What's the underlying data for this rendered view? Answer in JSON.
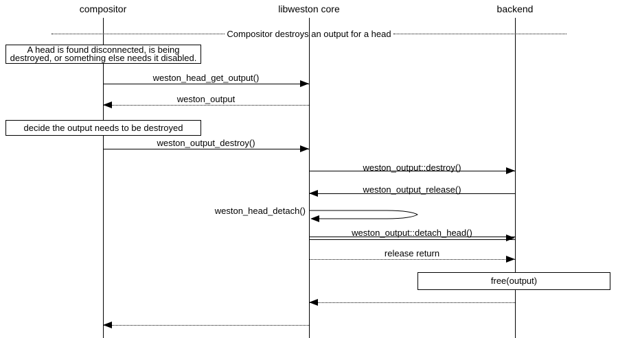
{
  "diagram": {
    "title_hint": "libweston output destroy sequence",
    "participants": [
      {
        "name": "compositor"
      },
      {
        "name": "libweston core"
      },
      {
        "name": "backend"
      }
    ],
    "divider": {
      "label": "Compositor destroys an output for a head"
    },
    "notes": [
      {
        "text": "A head is found disconnected, is being destroyed, or something else needs it disabled."
      },
      {
        "text": "decide the output needs to be destroyed"
      },
      {
        "text": "free(output)"
      }
    ],
    "messages": [
      {
        "label": "weston_head_get_output()",
        "from": "compositor",
        "to": "libweston core",
        "style": "solid"
      },
      {
        "label": "weston_output",
        "from": "libweston core",
        "to": "compositor",
        "style": "dotted"
      },
      {
        "label": "weston_output_destroy()",
        "from": "compositor",
        "to": "libweston core",
        "style": "solid"
      },
      {
        "label": "weston_output::destroy()",
        "from": "libweston core",
        "to": "backend",
        "style": "solid"
      },
      {
        "label": "weston_output_release()",
        "from": "backend",
        "to": "libweston core",
        "style": "solid"
      },
      {
        "label": "weston_head_detach()",
        "from": "libweston core",
        "to": "libweston core",
        "style": "self"
      },
      {
        "label": "weston_output::detach_head()",
        "from": "libweston core",
        "to": "backend",
        "style": "double"
      },
      {
        "label": "release return",
        "from": "libweston core",
        "to": "backend",
        "style": "dotted"
      },
      {
        "label": "",
        "from": "backend",
        "to": "libweston core",
        "style": "dotted"
      },
      {
        "label": "",
        "from": "libweston core",
        "to": "compositor",
        "style": "dotted"
      }
    ],
    "colors": {
      "foreground": "#000000",
      "background": "#ffffff"
    }
  }
}
